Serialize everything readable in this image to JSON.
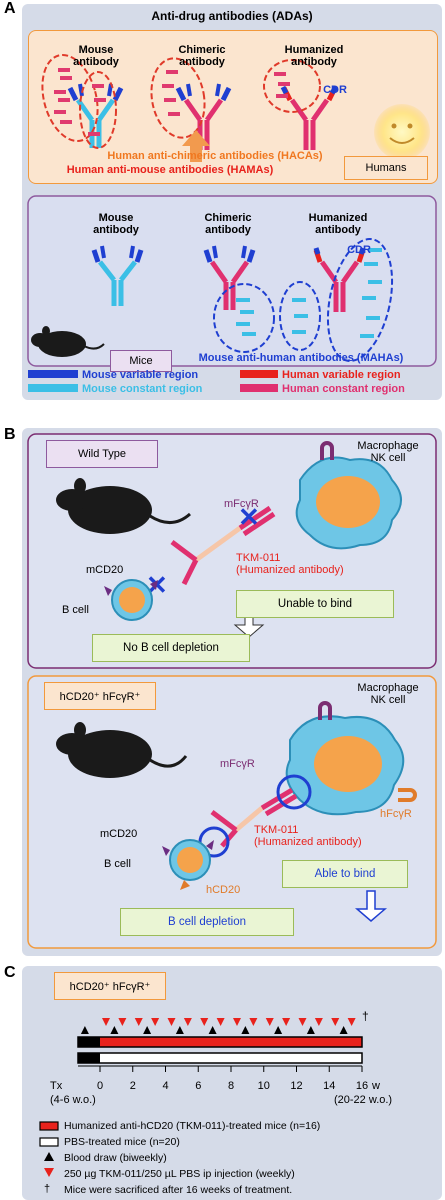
{
  "panel_a": {
    "letter": "A",
    "title": "Anti-drug antibodies (ADAs)",
    "human_box": {
      "mouse_label": "Mouse\nantibody",
      "chimeric_label": "Chimeric\nantibody",
      "humanized_label": "Humanized\nantibody",
      "cdr": "CDR",
      "haca": "Human anti-chimeric antibodies (HACAs)",
      "hama": "Human anti-mouse antibodies (HAMAs)",
      "humans_tag": "Humans"
    },
    "mouse_box": {
      "mouse_label": "Mouse\nantibody",
      "chimeric_label": "Chimeric\nantibody",
      "humanized_label": "Humanized\nantibody",
      "cdr": "CDR",
      "mice_tag": "Mice",
      "maha": "Mouse anti-human antibodies (MAHAs)"
    },
    "legend": [
      {
        "label": "Mouse variable region",
        "color": "#1f3fd1"
      },
      {
        "label": "Human variable region",
        "color": "#e8221c"
      },
      {
        "label": "Mouse constant region",
        "color": "#3bbfe6"
      },
      {
        "label": "Human constant region",
        "color": "#e0306f"
      }
    ]
  },
  "panel_b": {
    "letter": "B",
    "wild": {
      "tag": "Wild Type",
      "macrophage": "Macrophage\nNK cell",
      "mfcgr": "mFcγR",
      "tkm": "TKM-011\n(Humanized antibody)",
      "mcd20": "mCD20",
      "bcell": "B cell",
      "unable": "Unable to bind",
      "no_depletion": "No B cell depletion"
    },
    "tg": {
      "tag": "hCD20⁺ hFcγR⁺",
      "macrophage": "Macrophage\nNK cell",
      "mfcgr": "mFcγR",
      "hfcgr": "hFcγR",
      "tkm": "TKM-011\n(Humanized antibody)",
      "mcd20": "mCD20",
      "bcell": "B cell",
      "hcd20": "hCD20",
      "able": "Able to bind",
      "depletion": "B cell depletion"
    }
  },
  "panel_c": {
    "letter": "C",
    "tag": "hCD20⁺ hFcγR⁺",
    "dagger": "†",
    "tx": "Tx",
    "ticks": [
      "0",
      "2",
      "4",
      "6",
      "8",
      "10",
      "12",
      "14",
      "16"
    ],
    "unit": "w",
    "start_note": "(4-6 w.o.)",
    "end_note": "(20-22 w.o.)",
    "legend": [
      "Humanized anti-hCD20 (TKM-011)-treated mice (n=16)",
      "PBS-treated mice (n=20)",
      "Blood draw (biweekly)",
      "250 µg TKM-011/250 µL PBS ip injection (weekly)",
      "Mice were sacrificed after 16 weeks of treatment."
    ],
    "legend_dagger": "†"
  }
}
